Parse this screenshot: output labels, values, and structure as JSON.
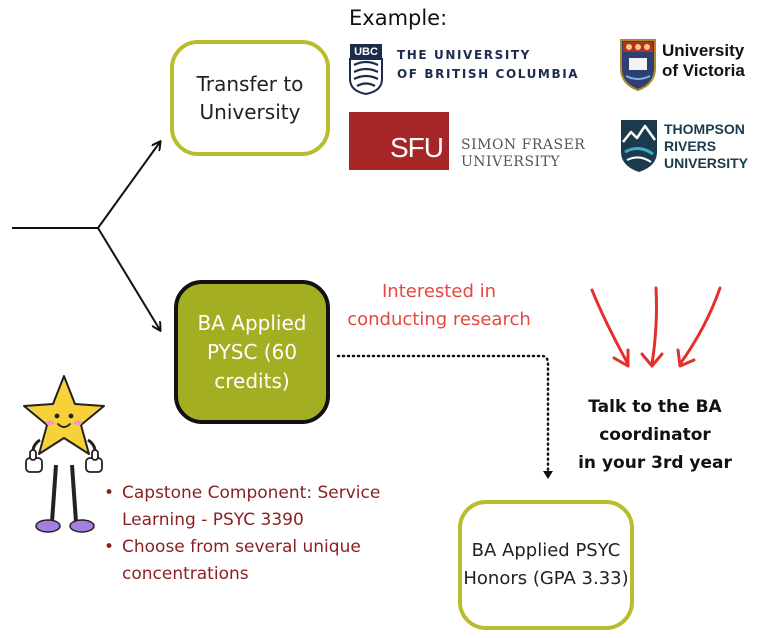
{
  "example_label": "Example:",
  "transfer_node": {
    "label_line1": "Transfer to",
    "label_line2": "University"
  },
  "ba_node": {
    "label_line1": "BA Applied",
    "label_line2": "PYSC (60",
    "label_line3": "credits)"
  },
  "honors_node": {
    "label_line1": "BA Applied PSYC",
    "label_line2": "Honors (GPA 3.33)"
  },
  "universities": {
    "ubc": {
      "abbr": "UBC",
      "name_line1": "THE UNIVERSITY",
      "name_line2": "OF BRITISH COLUMBIA"
    },
    "uvic": {
      "name_line1": "University",
      "name_line2": "of Victoria"
    },
    "sfu": {
      "abbr": "SFU",
      "name_line1": "SIMON FRASER",
      "name_line2": "UNIVERSITY"
    },
    "tru": {
      "name_line1": "THOMPSON",
      "name_line2": "RIVERS",
      "name_line3": "UNIVERSITY"
    }
  },
  "research_label": {
    "line1": "Interested in",
    "line2": "conducting research"
  },
  "talk_label": {
    "line1": "Talk to the BA",
    "line2": "coordinator",
    "line3": "in your 3rd year"
  },
  "features": [
    {
      "bullet": "•",
      "line1": "Capstone Component: Service",
      "line2": "Learning  - PSYC 3390"
    },
    {
      "bullet": "•",
      "line1": "Choose from several unique",
      "line2": "concentrations"
    }
  ],
  "colors": {
    "outline_green": "#b7bd2c",
    "fill_olive": "#a4ae22",
    "research_red": "#e4473d",
    "feature_text": "#8b1f1f",
    "sfu_red": "#a62627",
    "ubc_navy": "#1d2c4c"
  },
  "icons": [
    "ubc-crest-icon",
    "uvic-crest-icon",
    "tru-mountain-icon",
    "star-mascot-icon",
    "red-arrow-icon"
  ]
}
